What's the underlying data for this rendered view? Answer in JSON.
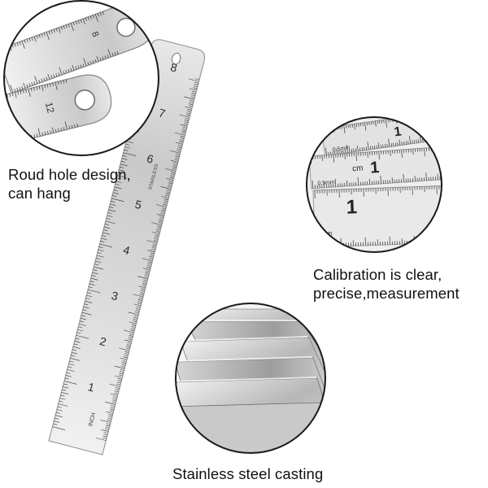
{
  "captions": {
    "hole": [
      "Roud hole design,",
      "can hang"
    ],
    "calibration": [
      "Calibration is clear,",
      "precise,measurement"
    ],
    "steel": "Stainless steel casting"
  },
  "ruler": {
    "inch_numbers": [
      "1",
      "2",
      "3",
      "4",
      "5",
      "6",
      "7",
      "8"
    ],
    "stamp_text": "INCH",
    "brand_text": "STAINLESS"
  },
  "hole_detail": {
    "numbers": [
      "8",
      "12"
    ]
  },
  "calibration_detail": {
    "labels": [
      "1",
      "cm",
      "1",
      "0.5mm",
      "0.5mm",
      "mm"
    ]
  },
  "colors": {
    "steel_light": "#e4e4e4",
    "steel_mid": "#bdbdbd",
    "steel_dark": "#8a8a8a",
    "ink": "#222222",
    "circle_outline": "#1a1a1a"
  }
}
